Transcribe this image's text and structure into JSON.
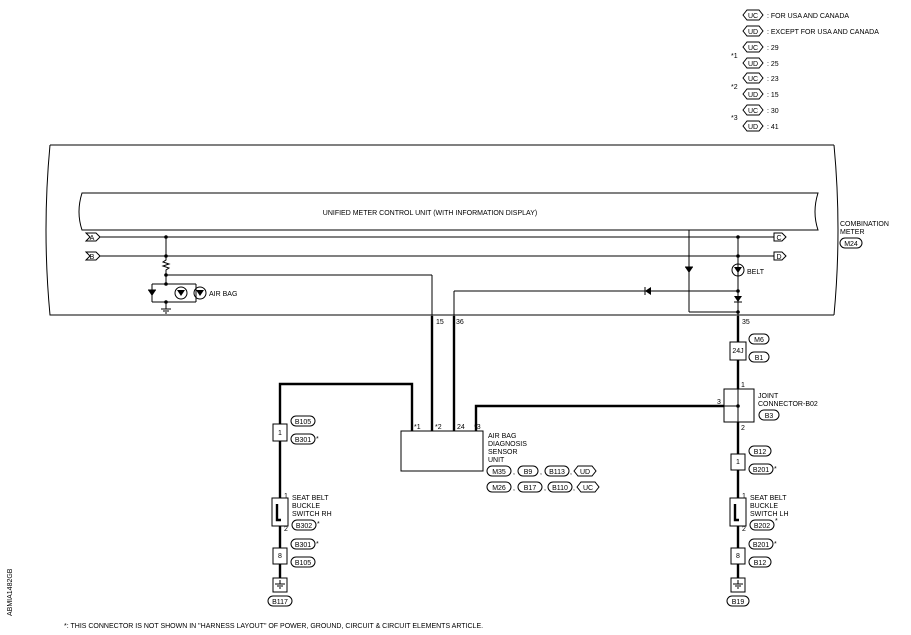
{
  "legend": {
    "items": [
      {
        "tag": "UC",
        "text": ": FOR USA AND CANADA"
      },
      {
        "tag": "UD",
        "text": ": EXCEPT FOR USA AND CANADA"
      }
    ],
    "stars": [
      {
        "mark": "*1",
        "uc": ": 29",
        "ud": ": 25"
      },
      {
        "mark": "*2",
        "uc": ": 23",
        "ud": ": 15"
      },
      {
        "mark": "*3",
        "uc": ": 30",
        "ud": ": 41"
      }
    ]
  },
  "meter": {
    "unit_title": "UNIFIED METER CONTROL UNIT (WITH INFORMATION DISPLAY)",
    "name": "COMBINATION",
    "name2": "METER",
    "connector": "M24",
    "belt_label": "BELT",
    "airbag_label": "AIR BAG",
    "bus_left": [
      "A",
      "B"
    ],
    "bus_right": [
      "C",
      "D"
    ],
    "pin_15": "15",
    "pin_36": "36",
    "pin_35": "35"
  },
  "airbag_unit": {
    "name": [
      "AIR BAG",
      "DIAGNOSIS",
      "SENSOR",
      "UNIT"
    ],
    "pin_star1": "*1",
    "pin_star2": "*2",
    "pin_24": "24",
    "pin_star3": "*3",
    "connectors_row1": [
      "M35",
      "B9",
      "B113"
    ],
    "connectors_row2": [
      "M26",
      "B17",
      "B110"
    ],
    "tag_row1": "UD",
    "tag_row2": "UC",
    "sep": ","
  },
  "rh_switch": {
    "label": [
      "SEAT BELT",
      "BUCKLE",
      "SWITCH RH"
    ],
    "conn_top_pin": "1",
    "conn_top_a": "B105",
    "conn_top_b": "B301",
    "switch_pin1": "1",
    "switch_pin2": "2",
    "switch_conn": "B302",
    "conn_bot_a": "B301",
    "conn_bot_pin": "8",
    "conn_bot_b": "B105",
    "ground": "B117"
  },
  "lh_side": {
    "c1_pin": "24J",
    "c1_a": "M6",
    "c1_b": "B1",
    "joint_label": [
      "JOINT",
      "CONNECTOR-B02"
    ],
    "joint_conn": "B3",
    "joint_pin1": "1",
    "joint_pin2": "2",
    "joint_pin3": "3",
    "c2_pin": "1",
    "c2_a": "B12",
    "c2_b": "B201",
    "sw_label": [
      "SEAT BELT",
      "BUCKLE",
      "SWITCH LH"
    ],
    "sw_pin1": "1",
    "sw_pin2": "2",
    "sw_conn": "B202",
    "c3_a": "B201",
    "c3_pin": "8",
    "c3_b": "B12",
    "ground": "B19"
  },
  "star": "*",
  "footnote": "*: THIS CONNECTOR IS NOT SHOWN IN \"HARNESS LAYOUT\" OF POWER, GROUND, CIRCUIT & CIRCUIT ELEMENTS ARTICLE.",
  "figure_id": "ABMIA1482GB"
}
